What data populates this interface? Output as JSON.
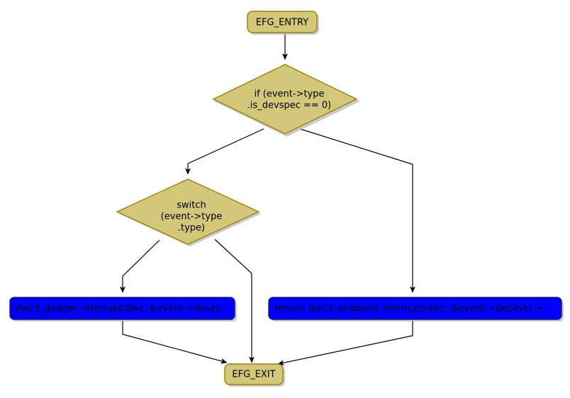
{
  "diagram": {
    "type": "flowchart",
    "title": "",
    "colors": {
      "terminal_fill": "#D3C77A",
      "terminal_border": "#A08000",
      "decision_fill": "#D3C77A",
      "decision_border": "#A08000",
      "action_fill": "#0000FF",
      "action_border": "#191970",
      "edge": "#000000",
      "background": "#FFFFFF",
      "shadow": "#B8B8C8"
    },
    "nodes": [
      {
        "id": "entry",
        "shape": "rounded-rect",
        "kind": "terminal",
        "lines": [
          "EFG_ENTRY"
        ]
      },
      {
        "id": "decision_devspec",
        "shape": "diamond",
        "kind": "decision",
        "lines": [
          "if (event->type",
          ".is_devspec == 0)"
        ]
      },
      {
        "id": "decision_switch",
        "shape": "diamond",
        "kind": "decision",
        "lines": [
          "switch",
          "(event->type",
          ".type)"
        ]
      },
      {
        "id": "action_gadget",
        "shape": "rounded-rect",
        "kind": "action",
        "lines": [
          "dwc3_gadget_interrupt(dwc, &event->devt);"
        ]
      },
      {
        "id": "action_endpoint",
        "shape": "rounded-rect",
        "kind": "action",
        "lines": [
          "return; dwc3_endpoint_interrupt(dwc, &event->depevt) →"
        ]
      },
      {
        "id": "exit",
        "shape": "rounded-rect",
        "kind": "terminal",
        "lines": [
          "EFG_EXIT"
        ]
      }
    ],
    "edges": [
      {
        "id": "entry-to-decision",
        "from": "entry",
        "to": "decision_devspec",
        "label": ""
      },
      {
        "id": "decision-to-switch",
        "from": "decision_devspec",
        "to": "decision_switch",
        "label": ""
      },
      {
        "id": "decision-to-endpoint",
        "from": "decision_devspec",
        "to": "action_endpoint",
        "label": ""
      },
      {
        "id": "switch-to-gadget",
        "from": "decision_switch",
        "to": "action_gadget",
        "label": ""
      },
      {
        "id": "switch-to-exit",
        "from": "decision_switch",
        "to": "exit",
        "label": ""
      },
      {
        "id": "gadget-to-exit",
        "from": "action_gadget",
        "to": "exit",
        "label": ""
      },
      {
        "id": "endpoint-to-exit",
        "from": "action_endpoint",
        "to": "exit",
        "label": ""
      }
    ]
  }
}
